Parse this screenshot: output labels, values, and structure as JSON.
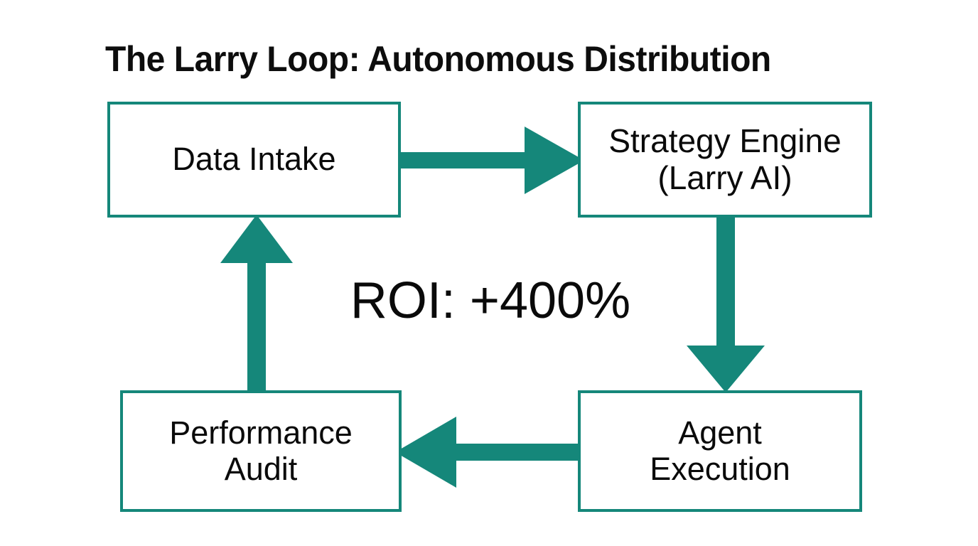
{
  "title": "The Larry Loop: Autonomous Distribution",
  "theme": {
    "accent": "#15877A",
    "box_fill": "#FFFFFF",
    "text": "#0A0A0A",
    "background": "#FFFFFF"
  },
  "nodes": [
    {
      "id": "data-intake",
      "lines": [
        "Data Intake"
      ]
    },
    {
      "id": "strategy-engine",
      "lines": [
        "Strategy Engine",
        "(Larry AI)"
      ]
    },
    {
      "id": "performance-audit",
      "lines": [
        "Performance",
        "Audit"
      ]
    },
    {
      "id": "agent-execution",
      "lines": [
        "Agent",
        "Execution"
      ]
    }
  ],
  "metric": {
    "label": "ROI: +400%"
  },
  "arrows": [
    {
      "id": "intake-to-strategy",
      "from": "data-intake",
      "to": "strategy-engine",
      "direction": "right"
    },
    {
      "id": "strategy-to-agent",
      "from": "strategy-engine",
      "to": "agent-execution",
      "direction": "down"
    },
    {
      "id": "agent-to-audit",
      "from": "agent-execution",
      "to": "performance-audit",
      "direction": "left"
    },
    {
      "id": "audit-to-intake",
      "from": "performance-audit",
      "to": "data-intake",
      "direction": "up"
    }
  ]
}
